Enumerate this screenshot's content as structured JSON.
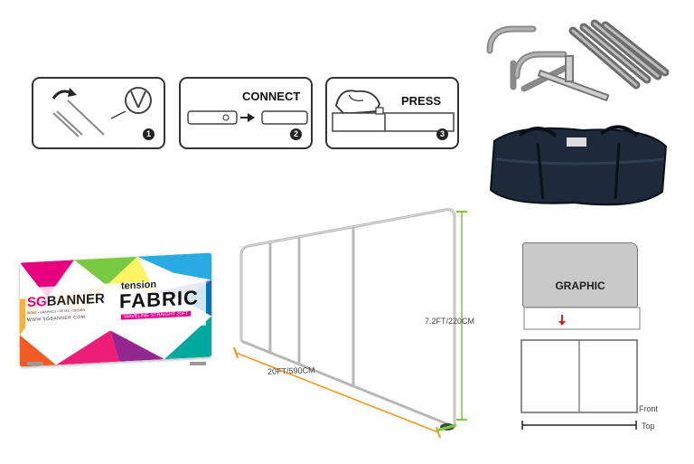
{
  "steps": [
    {
      "label": "",
      "number": "1"
    },
    {
      "label": "CONNECT",
      "number": "2"
    },
    {
      "label": "PRESS",
      "number": "3"
    }
  ],
  "banner": {
    "brand_sg": "SG",
    "brand_rest": "BANNER",
    "tagline": "SIGNS • GRAPHICS • RETAIL • DESIGN",
    "url": "WWW.SGBANNER.COM",
    "title_small": "tension",
    "title_big": "FABRIC",
    "ribbon": "WAVELINE STRAIGHT 20FT"
  },
  "dimensions": {
    "height": "7.2FT/220CM",
    "width": "20FT/590CM"
  },
  "diagram": {
    "graphic_label": "GRAPHIC",
    "front_label": "Front",
    "top_label": "Top"
  },
  "colors": {
    "dimension_height": "#7ac943",
    "dimension_width": "#f7931e",
    "arrow": "#e02020",
    "ribbon": "#ec008c"
  }
}
